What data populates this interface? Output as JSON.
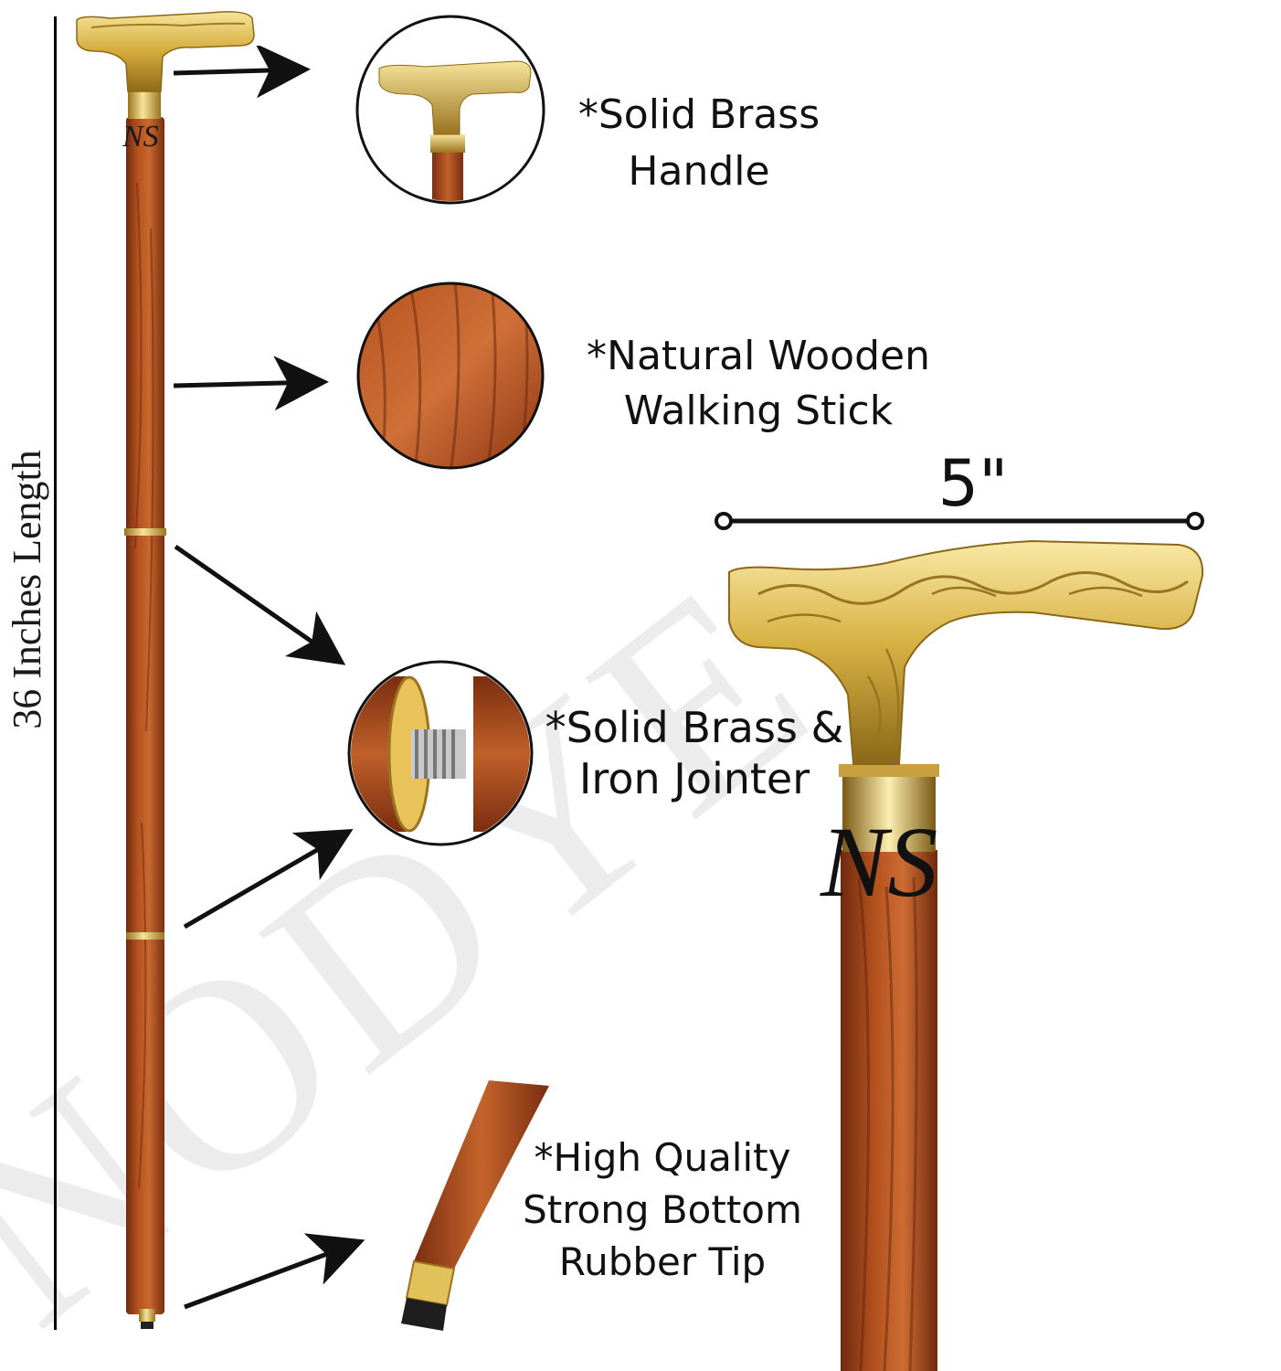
{
  "length_label": "36 Inches Length",
  "width_label": "5\"",
  "features": [
    {
      "label": "*Solid Brass\nHandle"
    },
    {
      "label": "*Natural Wooden\nWalking Stick"
    },
    {
      "label": "*Solid Brass &\nIron Jointer"
    },
    {
      "label": "*High Quality\nStrong Bottom\nRubber Tip"
    }
  ],
  "watermark": "NODYE",
  "colors": {
    "wood_dark": "#7a2e10",
    "wood_mid": "#a9481c",
    "wood_light": "#c8682e",
    "brass_light": "#f4de8a",
    "brass_mid": "#d6ae3e",
    "brass_dark": "#8a6818"
  }
}
